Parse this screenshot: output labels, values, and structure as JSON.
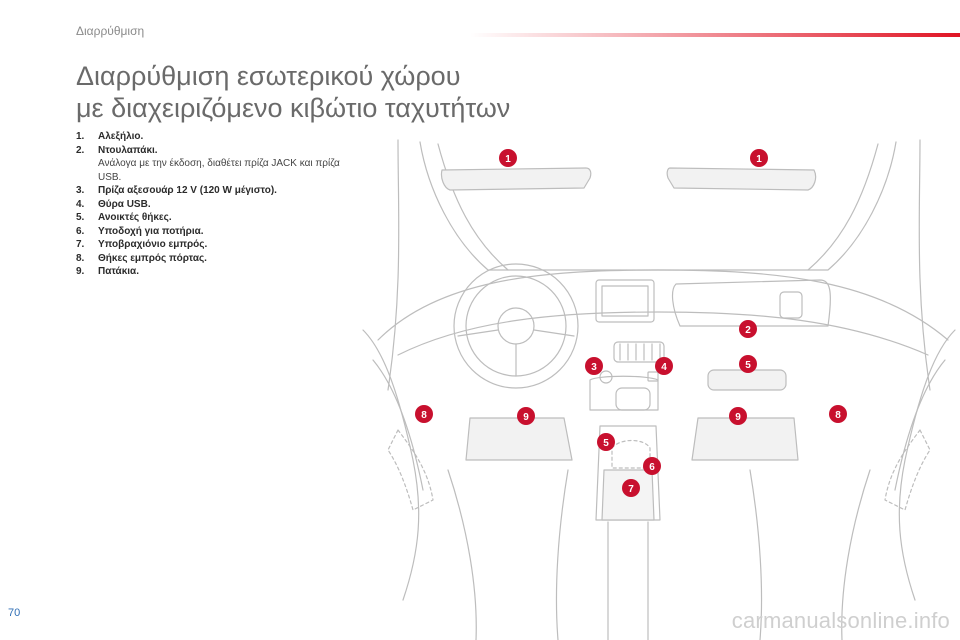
{
  "header": {
    "section": "Διαρρύθμιση"
  },
  "title": {
    "line1": "Διαρρύθμιση εσωτερικού χώρου",
    "line2": "με διαχειριζόμενο κιβώτιο ταχυτήτων"
  },
  "legend": [
    {
      "num": "1.",
      "label": "Αλεξήλιο."
    },
    {
      "num": "2.",
      "label": "Ντουλαπάκι.",
      "note": "Ανάλογα με την έκδοση, διαθέτει πρίζα JACK και πρίζα USB."
    },
    {
      "num": "3.",
      "label": "Πρίζα αξεσουάρ 12 V (120 W μέγιστο)."
    },
    {
      "num": "4.",
      "label": "Θύρα USB."
    },
    {
      "num": "5.",
      "label": "Ανοικτές θήκες."
    },
    {
      "num": "6.",
      "label": "Υποδοχή για ποτήρια."
    },
    {
      "num": "7.",
      "label": "Υποβραχιόνιο εμπρός."
    },
    {
      "num": "8.",
      "label": "Θήκες εμπρός πόρτας."
    },
    {
      "num": "9.",
      "label": "Πατάκια."
    }
  ],
  "markers": [
    "1",
    "1",
    "2",
    "3",
    "4",
    "5",
    "5",
    "6",
    "7",
    "8",
    "8",
    "9",
    "9"
  ],
  "page_number": "70",
  "watermark": "carmanualsonline.info",
  "colors": {
    "accent": "#e01424",
    "marker": "#c8102e",
    "line": "#b8b8b8",
    "page_number": "#2f6eb5"
  }
}
